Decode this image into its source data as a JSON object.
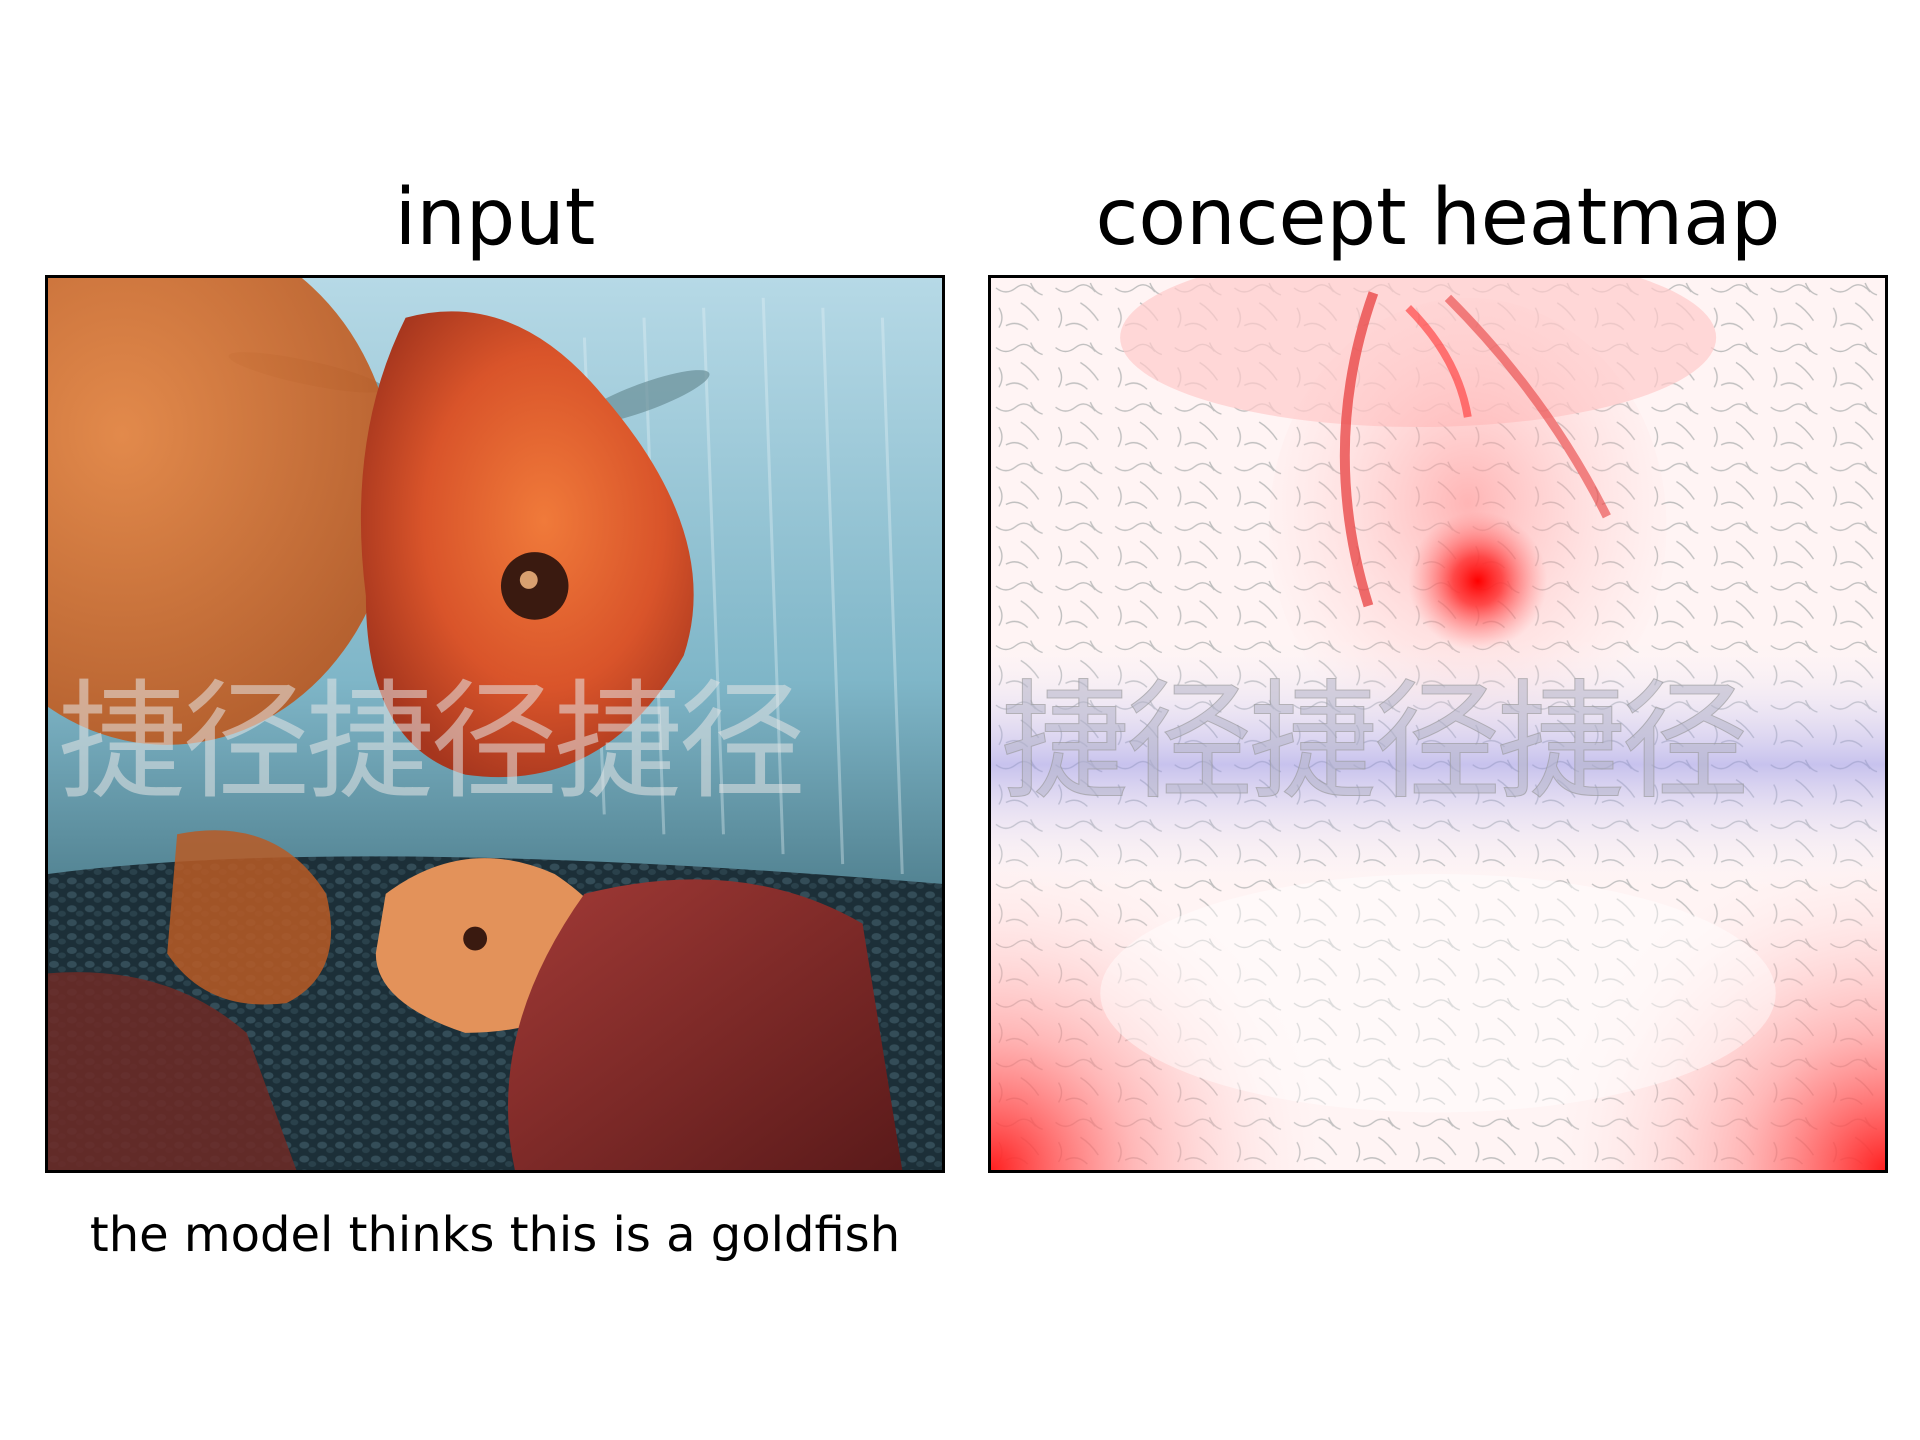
{
  "panels": {
    "input": {
      "title": "input",
      "watermark": "捷径捷径捷径"
    },
    "heatmap": {
      "title": "concept heatmap",
      "watermark": "捷径捷径捷径"
    }
  },
  "caption": "the model thinks this is a goldfish",
  "colors": {
    "heat_positive": "#ff0000",
    "heat_negative": "#3b3bdb",
    "water": "#8ec3d6",
    "goldfish": "#e0602a",
    "rock": "#8e2a28",
    "gravel": "#1f3440"
  }
}
